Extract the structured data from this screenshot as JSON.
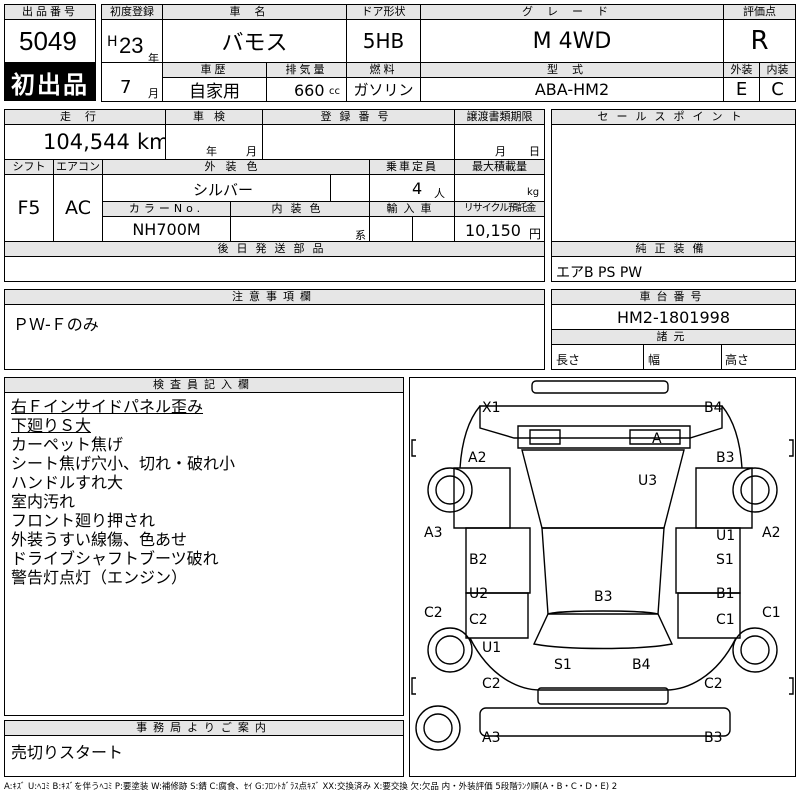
{
  "header": {
    "lot_no_label": "出品番号",
    "lot_no": "5049",
    "first_listing": "初出品",
    "first_reg_label": "初度登録",
    "era": "H",
    "year": "23",
    "year_unit": "年",
    "month": "7",
    "month_unit": "月",
    "car_name_label": "車名",
    "car_name": "バモス",
    "door_label": "ドア形状",
    "door": "5HB",
    "grade_label": "グレード",
    "grade": "M 4WD",
    "score_label": "評価点",
    "score": "R",
    "history_label": "車歴",
    "history": "自家用",
    "displacement_label": "排気量",
    "displacement": "660",
    "displacement_unit": "cc",
    "fuel_label": "燃料",
    "fuel": "ガソリン",
    "model_label": "型式",
    "model": "ABA-HM2",
    "exterior_label": "外装",
    "exterior": "E",
    "interior_label": "内装",
    "interior": "C"
  },
  "row2": {
    "mileage_label": "走行",
    "mileage": "104,544",
    "mileage_unit": "km",
    "inspection_label": "車検",
    "inspection_year_unit": "年",
    "inspection_month_unit": "月",
    "reg_no_label": "登録番号",
    "transfer_label": "譲渡書類期限",
    "transfer_month_unit": "月",
    "transfer_day_unit": "日",
    "shift_label": "シフト",
    "shift": "F5",
    "ac_label": "エアコン",
    "ac": "AC",
    "ext_color_label": "外装色",
    "ext_color": "シルバー",
    "capacity_label": "乗車定員",
    "capacity": "4",
    "capacity_unit": "人",
    "max_load_label": "最大積載量",
    "max_load_unit": "kg",
    "color_no_label": "カラーNo.",
    "color_no": "NH700M",
    "int_color_label": "内装色",
    "int_color_unit": "系",
    "import_label": "輸入車",
    "recycle_label": "リサイクル預託金",
    "recycle": "10,150",
    "recycle_unit": "円",
    "later_parts_label": "後日発送部品",
    "sales_point_label": "セールスポイント",
    "equipment_label": "純正装備",
    "equipment": "エアB PS PW"
  },
  "notes": {
    "caution_label": "注意事項欄",
    "caution": "ＰＷ-Ｆのみ",
    "chassis_label": "車台番号",
    "chassis": "HM2-1801998",
    "dimensions_label": "諸元",
    "length_label": "長さ",
    "width_label": "幅",
    "height_label": "高さ"
  },
  "inspector": {
    "label": "検査員記入欄",
    "lines": [
      "右Ｆインサイドパネル歪み",
      "下廻りＳ大",
      "カーペット焦げ",
      "シート焦げ穴小、切れ・破れ小",
      "ハンドルすれ大",
      "室内汚れ",
      "フロント廻り押され",
      "外装うすい線傷、色あせ",
      "ドライブシャフトブーツ破れ",
      "警告灯点灯（エンジン）"
    ]
  },
  "office": {
    "label": "事務局よりご案内",
    "text": "売切りスタート"
  },
  "diagram": {
    "marks": [
      "X1",
      "B4",
      "A",
      "A2",
      "B3",
      "U3",
      "A3",
      "U1",
      "A2",
      "B2",
      "S1",
      "U2",
      "B3",
      "B1",
      "C2",
      "C2",
      "C1",
      "C1",
      "U1",
      "S1",
      "B4",
      "C2",
      "C2",
      "A3",
      "B3"
    ]
  },
  "legend": "A:ｷｽﾞ U:ﾍｺﾐ B:ｷｽﾞを伴うﾍｺﾐ P:要塗装 W:補修跡 S:錆 C:腐食、ｾｲ G:ﾌﾛﾝﾄｶﾞﾗｽ点ｷｽﾞ XX:交換済み X:要交換 欠:欠品 内・外装評価 5段階ﾗﾝｸ順(A・B・C・D・E) 2"
}
